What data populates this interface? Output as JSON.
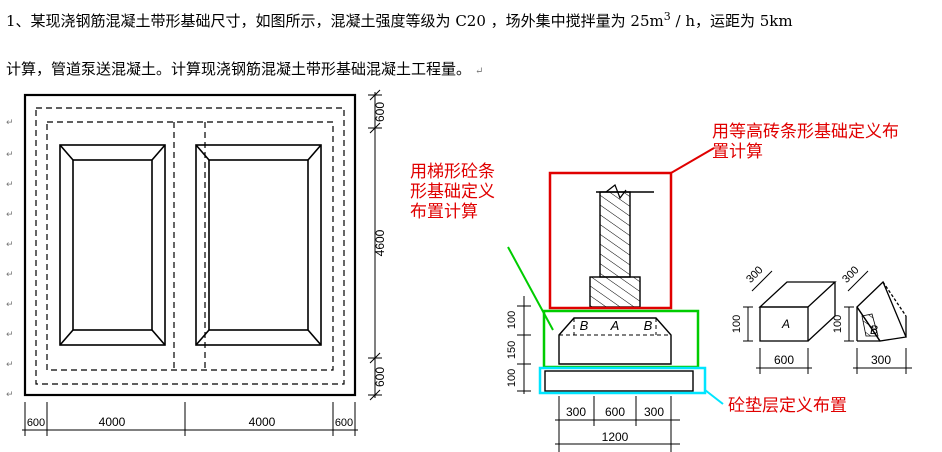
{
  "problem": {
    "line1_prefix": "1、某现浇钢筋混凝土带形基础尺寸，如图所示，混凝土强度等级为 C20 ，场外集中搅拌量为 25m",
    "line1_sup": "3",
    "line1_suffix": " / h，运距为 5km",
    "line2": "计算，管道泵送混凝土。计算现浇钢筋混凝土带形基础混凝土工程量。",
    "return_mark": "↵"
  },
  "plan": {
    "dims_right": [
      "600",
      "4600",
      "600"
    ],
    "dims_bottom": [
      "600",
      "4000",
      "4000",
      "600"
    ]
  },
  "section": {
    "labels": {
      "a": "A",
      "b_left": "B",
      "b_right": "B"
    },
    "dims_left": [
      "100",
      "150",
      "100"
    ],
    "dims_bottom": [
      "300",
      "600",
      "300"
    ],
    "dim_total": "1200"
  },
  "detail": {
    "block_a": {
      "depth": "300",
      "height": "100",
      "label": "A",
      "width": "600"
    },
    "block_b": {
      "depth": "300",
      "height": "100",
      "label": "B",
      "width": "300"
    }
  },
  "annotations": {
    "brick": "用等高砖条形基础定义布置计算",
    "trapezoid": "用梯形砼条形基础定义布置计算",
    "cushion": "砼垫层定义布置"
  },
  "colors": {
    "red": "#e00000",
    "green": "#00cc00",
    "cyan": "#00e5ff"
  }
}
